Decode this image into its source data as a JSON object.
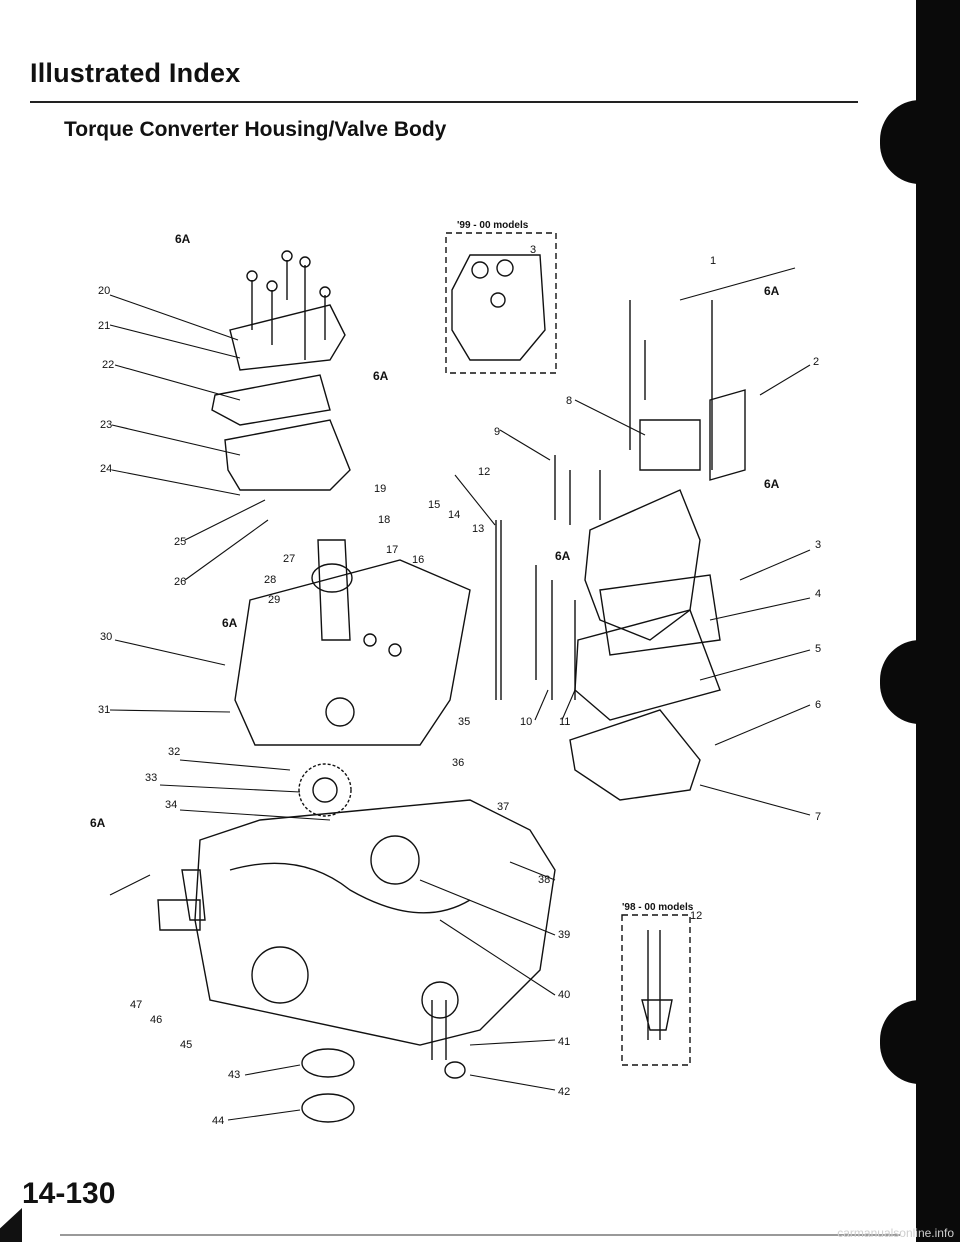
{
  "header": {
    "title": "Illustrated Index",
    "subtitle": "Torque Converter Housing/Valve Body"
  },
  "inset_top": {
    "label": "'99 - 00 models",
    "callout": "3"
  },
  "inset_bottom": {
    "label": "'98 - 00 models",
    "callout": "12"
  },
  "torque_label": "6A",
  "callouts": [
    "1",
    "2",
    "3",
    "4",
    "5",
    "6",
    "7",
    "8",
    "9",
    "10",
    "11",
    "12",
    "13",
    "14",
    "15",
    "16",
    "17",
    "18",
    "19",
    "20",
    "21",
    "22",
    "23",
    "24",
    "25",
    "26",
    "27",
    "28",
    "29",
    "30",
    "31",
    "32",
    "33",
    "34",
    "35",
    "36",
    "37",
    "38",
    "39",
    "40",
    "41",
    "42",
    "43",
    "44",
    "45",
    "46",
    "47"
  ],
  "footer": {
    "page_number": "14-130",
    "watermark": "carmanualsonline.info"
  },
  "colors": {
    "ink": "#111111",
    "margin_bar": "#0a0a0a"
  }
}
